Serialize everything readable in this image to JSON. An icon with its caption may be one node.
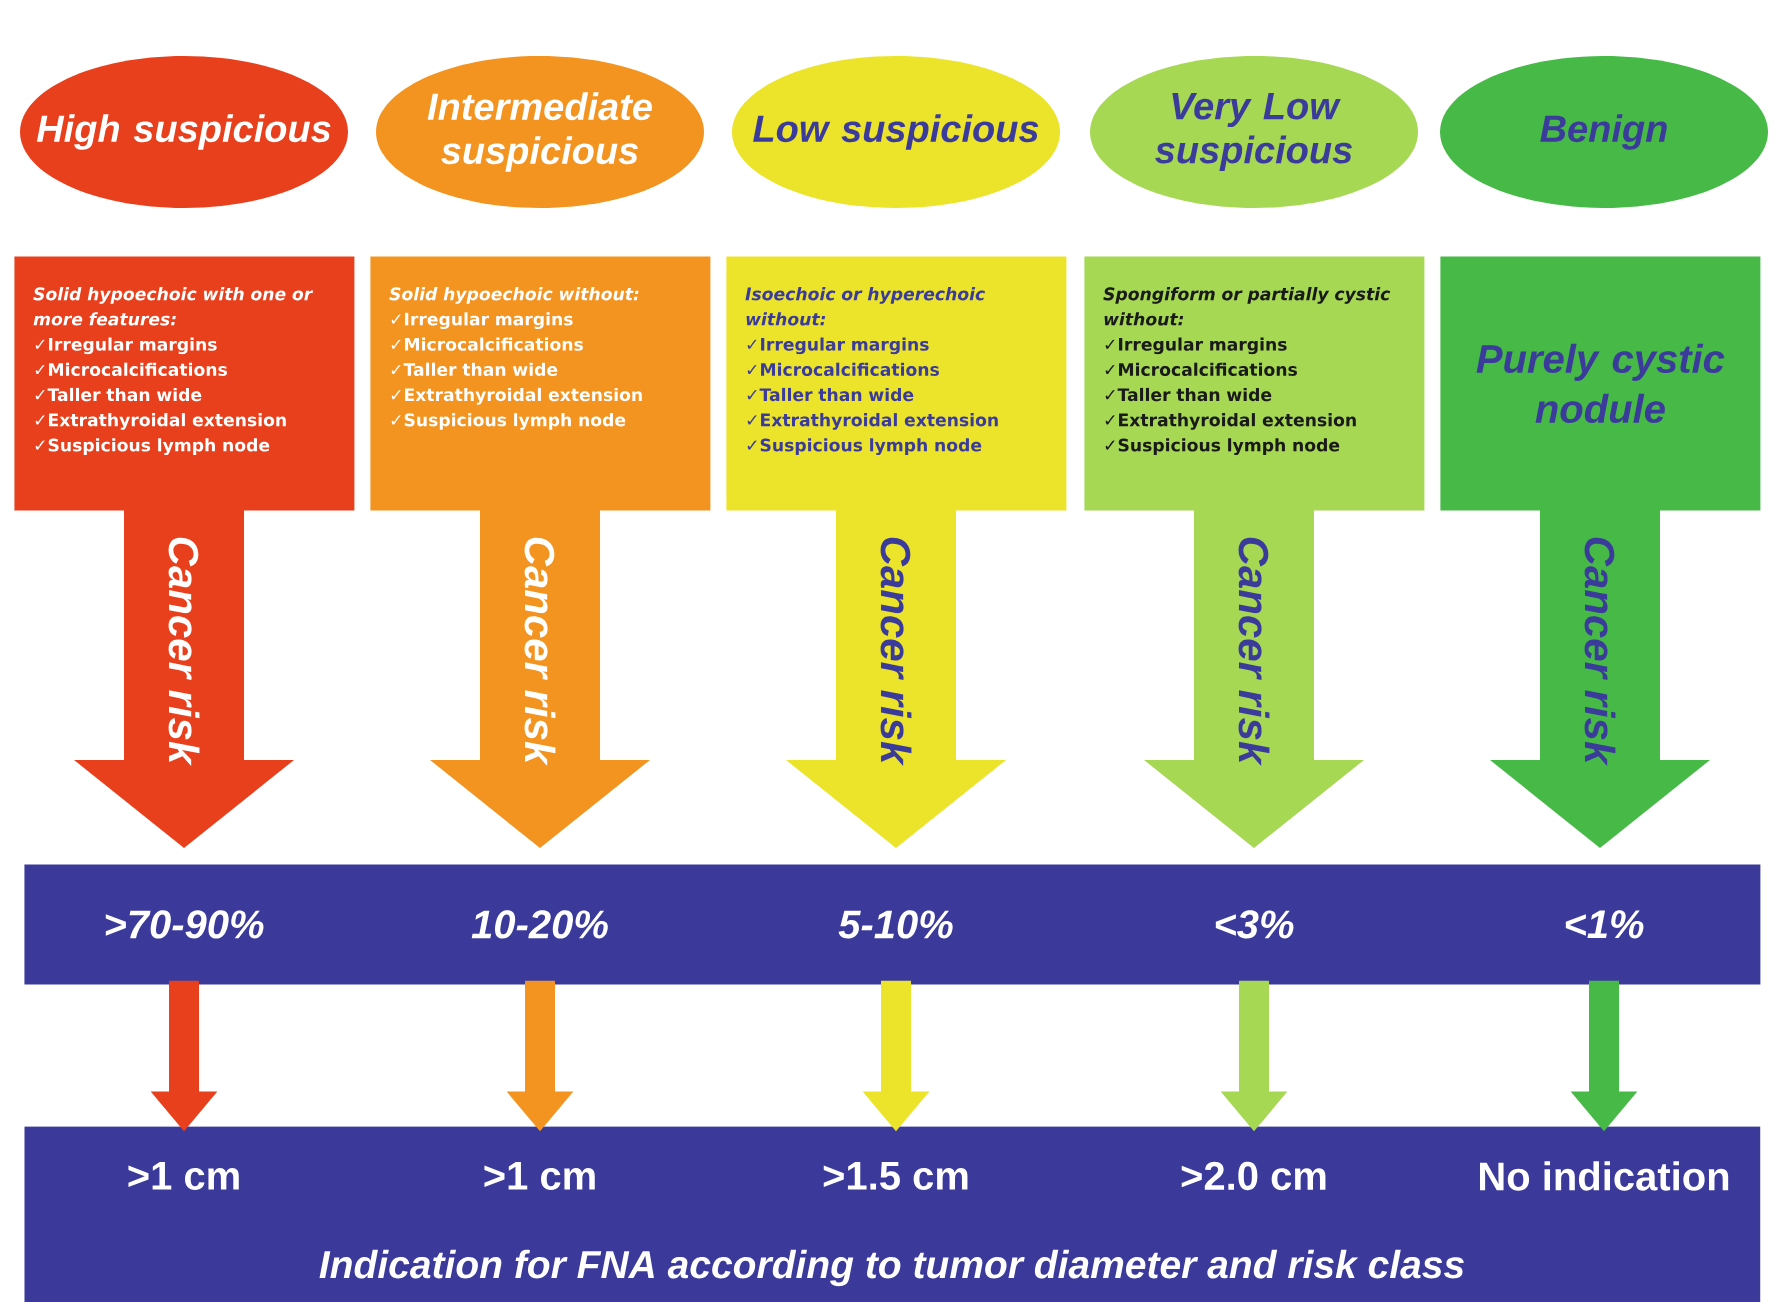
{
  "diagram": {
    "nodes": [
      {
        "text": [
          "High suspicious"
        ]
      },
      {
        "text": [
          "Intermediate suspicious"
        ]
      },
      {
        "text": [
          "Low suspicious"
        ]
      },
      {
        "text": [
          "Very Low suspicious"
        ]
      },
      {
        "text": [
          "Benign"
        ]
      },
      {
        "text": [
          "**Solid hypoechoic with one or more features**:",
          "✓Irregular margins",
          "✓Microcalcifications",
          "✓Taller than wide",
          "✓Extrathyroidal extension",
          "✓Suspicious lymph node"
        ]
      },
      {
        "text": [
          "Solid hypoechoic without:",
          "✓Irregular margins",
          "✓Microcalcifications",
          "✓Taller than wide",
          "✓Extrathyroidal extension",
          "✓Suspicious lymph node"
        ]
      },
      {
        "text": [
          "**Isoechoic or hyperechoic without**:",
          "✓Irregular margins",
          "✓Microcalcifications",
          "✓Taller than wide",
          "✓Extrathyroidal extension",
          "✓Suspicious lymph node"
        ]
      },
      {
        "text": [
          "**Spongiform or partially cystic without**:",
          "✓Irregular margins",
          "✓Microcalcifications",
          "✓Taller than wide",
          "✓Extrathyroidal extension",
          "✓Suspicious lymph node"
        ]
      },
      {
        "text": [
          "Purely cystic nodule"
        ]
      },
      {
        "text": [
          "Cancer risk"
        ]
      },
      {
        "text": [
          "Cancer risk"
        ]
      },
      {
        "text": [
          "Cancer risk"
        ]
      },
      {
        "text": [
          "Cancer risk"
        ]
      },
      {
        "text": [
          "Cancer risk"
        ]
      },
      {
        "text": [],
        "shape": "bar"
      },
      {
        "text": [
          ">70-90%"
        ],
        "in": 15
      },
      {
        "text": [
          "10-20%"
        ],
        "in": 15
      },
      {
        "text": [
          "5-10%"
        ],
        "in": 15
      },
      {
        "text": [
          "<3%"
        ],
        "in": 15
      },
      {
        "text": [
          "<1%"
        ],
        "in": 15
      },
      {
        "text": [
          "Indication for FNA according to tumor diameter and risk class"
        ]
      },
      {
        "text": [
          ">1 cm"
        ],
        "in": 21
      },
      {
        "text": [
          ">1 cm"
        ],
        "in": 21
      },
      {
        "text": [
          ">1.5 cm"
        ],
        "in": 21
      },
      {
        "text": [
          ">2.0 cm"
        ],
        "in": 21
      },
      {
        "text": [
          "No indication"
        ],
        "in": 21
      }
    ],
    "edges": [
      {
        "from": 16,
        "to": 22,
        "arrow": "to",
        "color": "#e8401c"
      },
      {
        "from": 17,
        "to": 23,
        "arrow": "to",
        "color": "#f39320"
      },
      {
        "from": 18,
        "to": 24,
        "arrow": "to",
        "color": "#ece42a"
      },
      {
        "from": 19,
        "to": 25,
        "arrow": "to",
        "color": "#a6d854"
      },
      {
        "from": 20,
        "to": 26,
        "arrow": "to",
        "color": "#46b947"
      }
    ]
  }
}
